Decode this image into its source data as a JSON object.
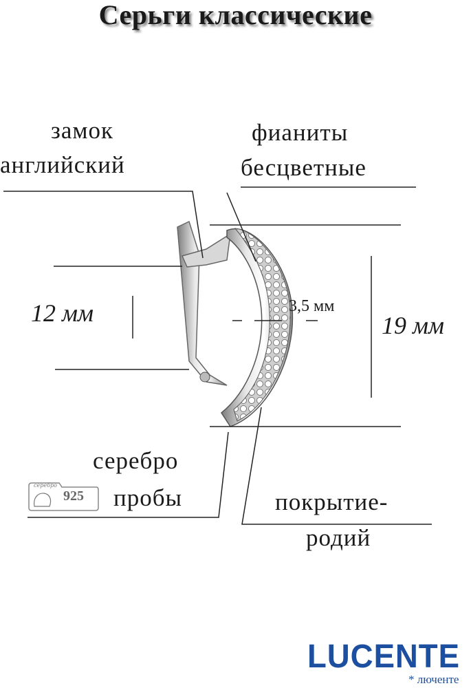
{
  "title": "Серьги классические",
  "labels": {
    "lock_line1": "замок",
    "lock_line2": "английский",
    "stones_line1": "фианиты",
    "stones_line2": "бесцветные",
    "silver_line1": "серебро",
    "silver_line2": "пробы",
    "coating_line1": "покрытие-",
    "coating_line2": "родий"
  },
  "dimensions": {
    "height_inner": "12 мм",
    "height_total": "19 мм",
    "width": "3,5 мм"
  },
  "hallmark": {
    "caption": "серебро",
    "fineness": "925"
  },
  "brand": {
    "name": "LUCENTE",
    "transliteration": "* люченте",
    "color": "#1c4fa0"
  }
}
